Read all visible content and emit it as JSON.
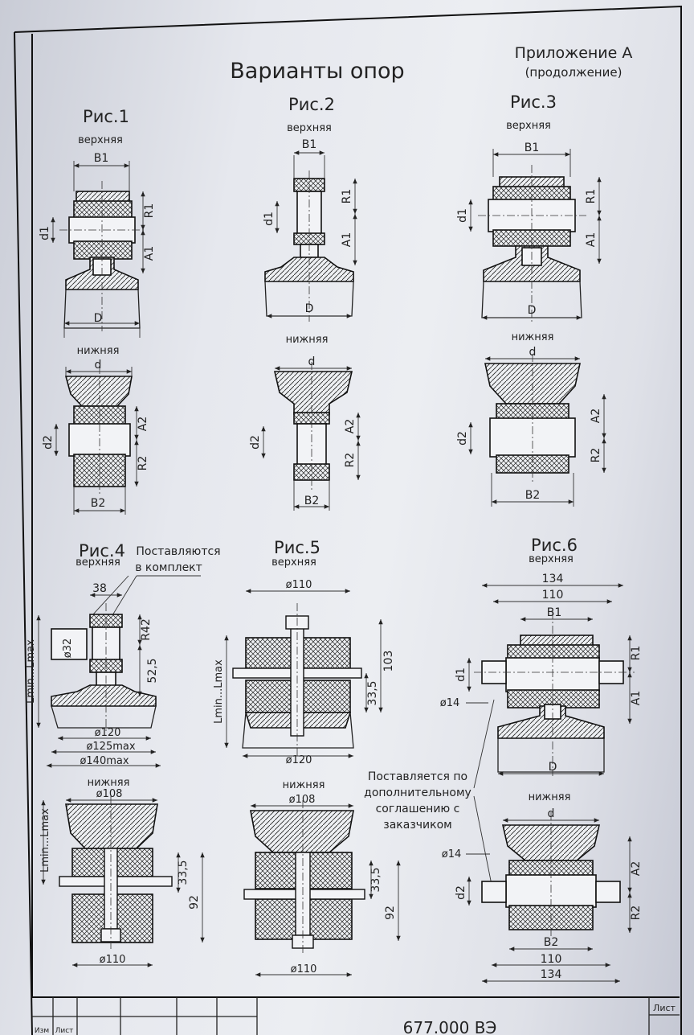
{
  "title": "Варианты опор",
  "appendix": {
    "line1": "Приложение А",
    "line2": "(продолжение)"
  },
  "labels": {
    "upper": "верхняя",
    "lower": "нижняя",
    "supplied_set_1": "Поставляются",
    "supplied_set_2": "в комплект",
    "note_lines": [
      "Поставляется по",
      "дополнительному",
      "соглашению с",
      "заказчиком"
    ]
  },
  "figures": [
    {
      "name": "Рис.1"
    },
    {
      "name": "Рис.2"
    },
    {
      "name": "Рис.3"
    },
    {
      "name": "Рис.4"
    },
    {
      "name": "Рис.5"
    },
    {
      "name": "Рис.6"
    }
  ],
  "dims": {
    "B1": "B1",
    "B2": "B2",
    "R1": "R1",
    "R2": "R2",
    "A1": "A1",
    "A2": "A2",
    "d1": "d1",
    "d2": "d2",
    "D": "D",
    "d": "d",
    "L": "Lmin...Lmax",
    "f4_38": "38",
    "f4_R42": "R42",
    "f4_d32": "ø32",
    "f4_52": "52,5",
    "f4_120": "ø120",
    "f4_125": "ø125max",
    "f4_140": "ø140max",
    "f4_108": "ø108",
    "f4_335": "33,5",
    "f4_92": "92",
    "f4_110": "ø110",
    "f5_110": "ø110",
    "f5_103": "103",
    "f5_335": "33,5",
    "f5_120": "ø120",
    "f5_108": "ø108",
    "f5_335b": "33,5",
    "f5_92": "92",
    "f5_110b": "ø110",
    "f6_134": "134",
    "f6_110": "110",
    "f6_d14": "ø14",
    "f6_d14b": "ø14",
    "f6_110b": "110",
    "f6_134b": "134"
  },
  "title_block": {
    "doc_code": "677.000 ВЭ",
    "sheet": "Лист",
    "label_izm": "Изм",
    "label_list": "Лист"
  }
}
